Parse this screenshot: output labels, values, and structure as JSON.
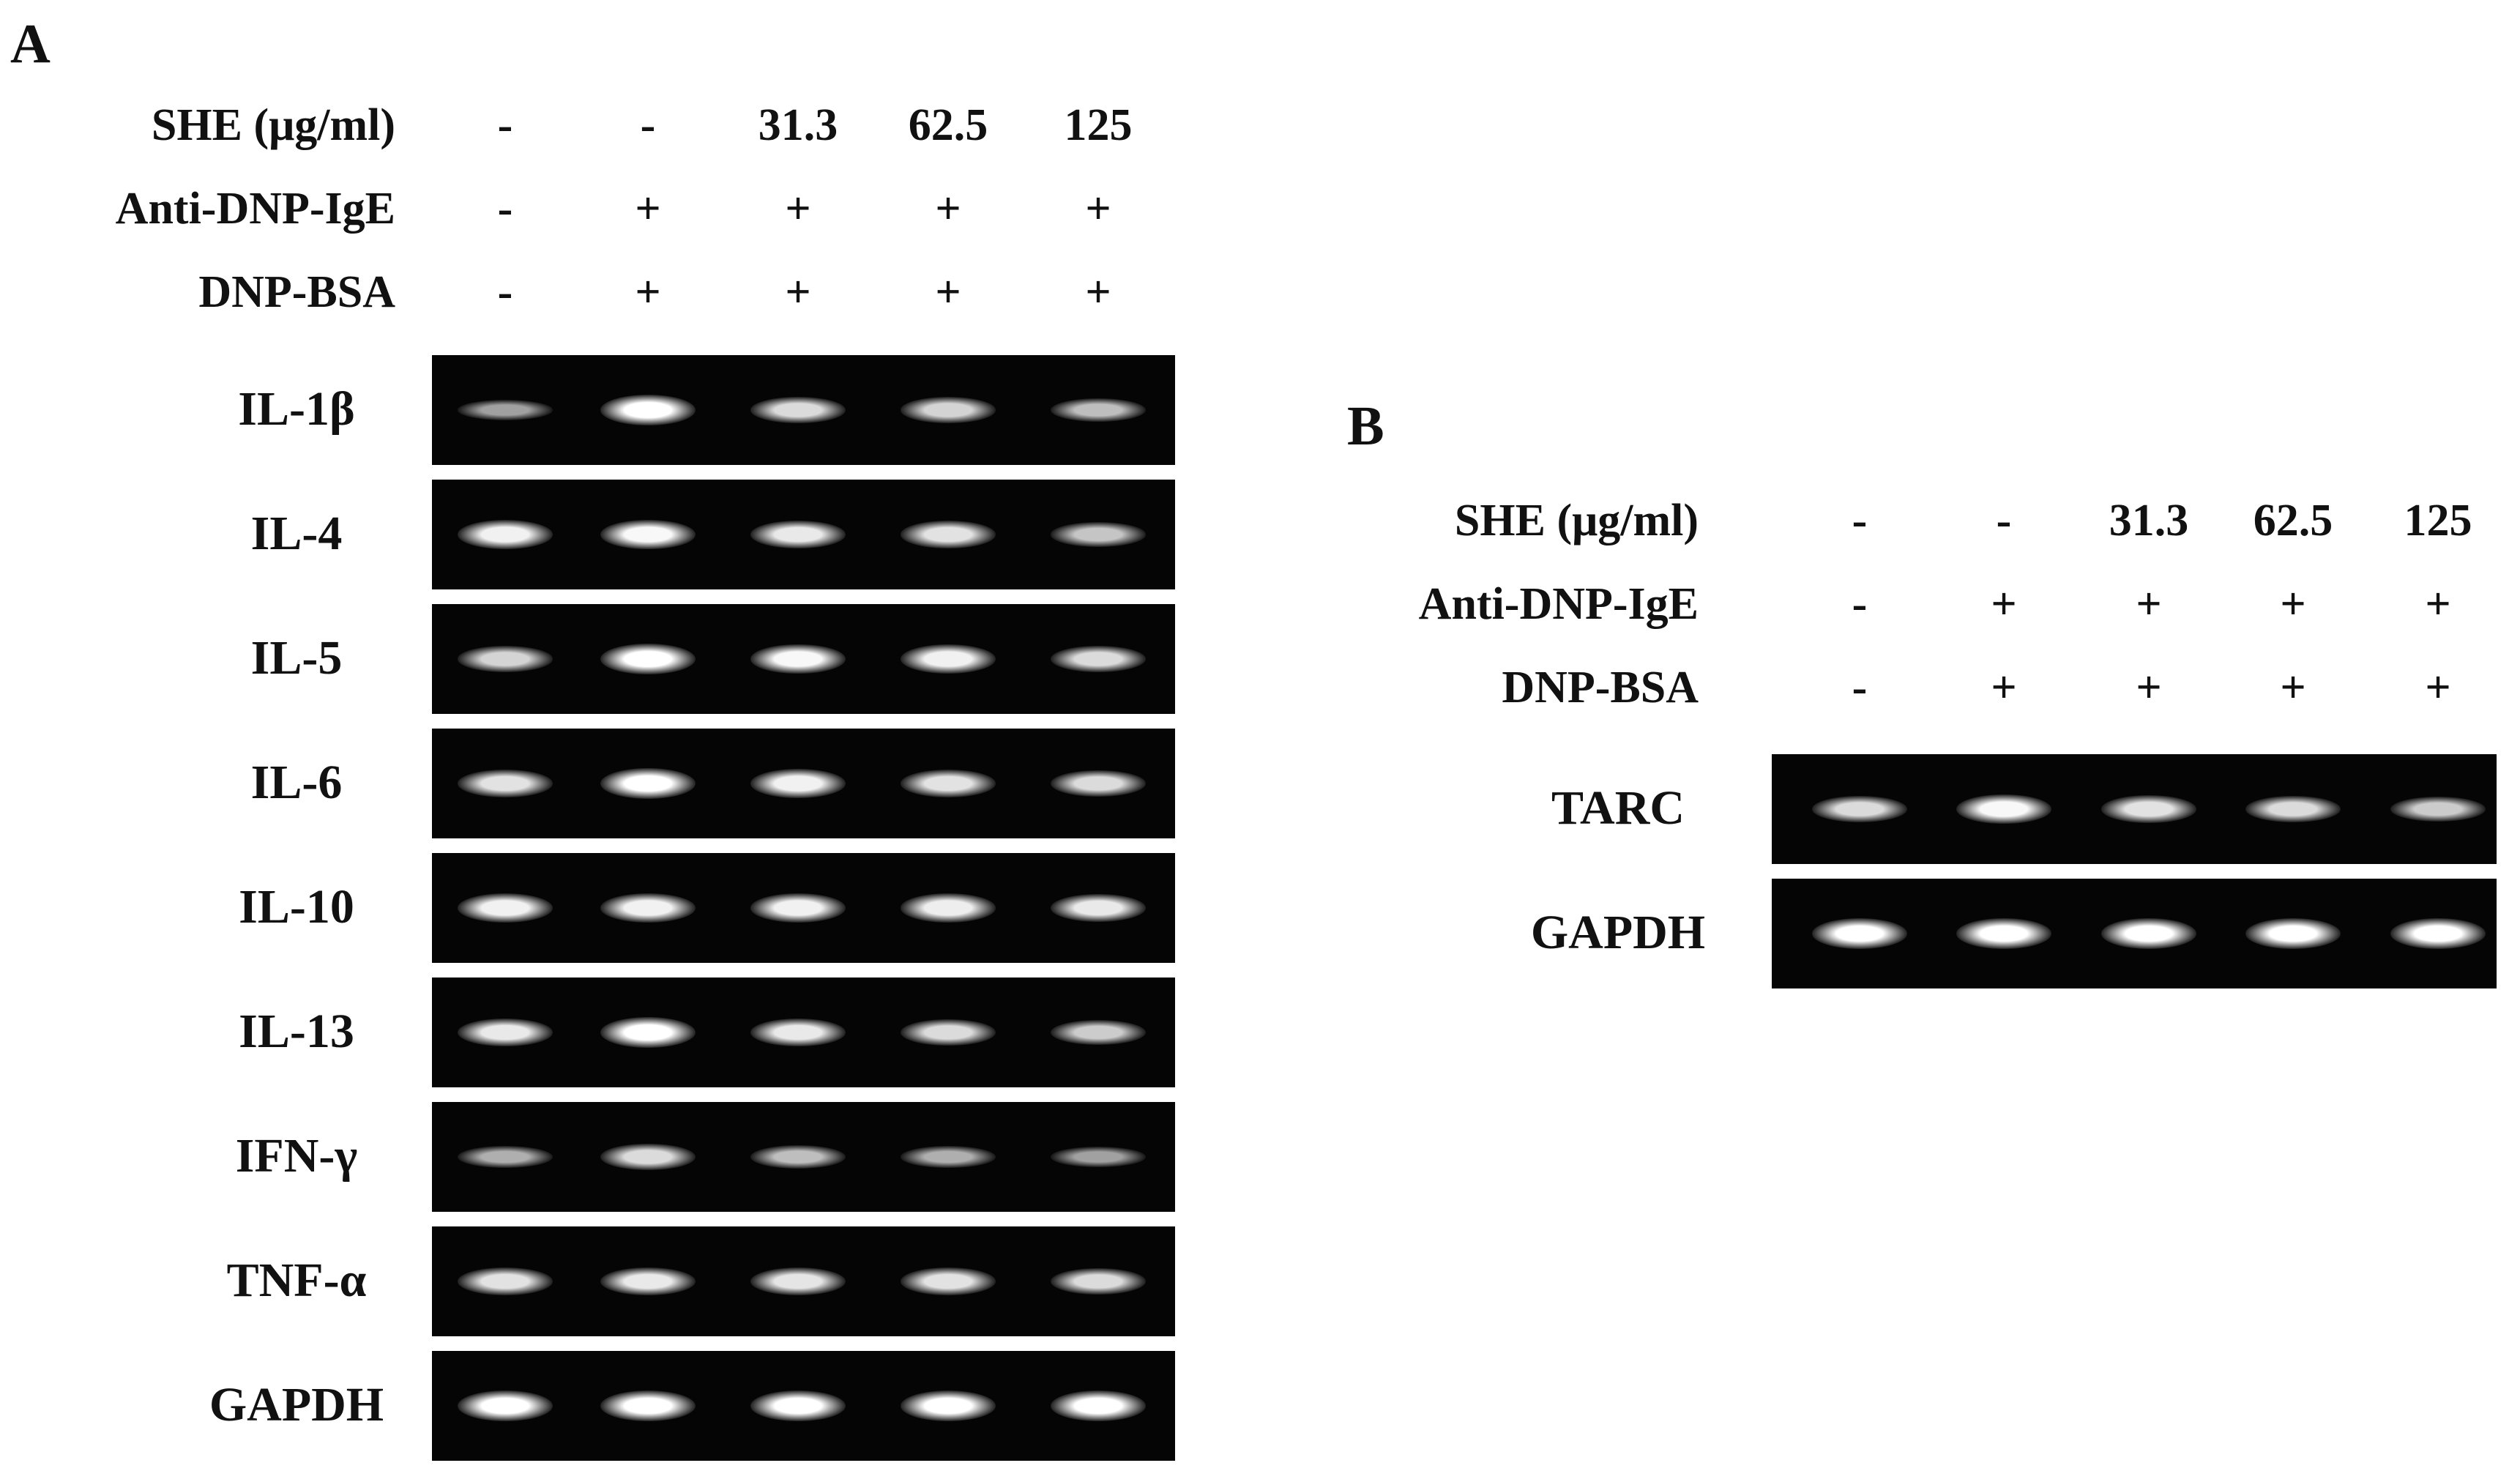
{
  "figure": {
    "panel_a": {
      "letter": "A",
      "conditions": [
        {
          "label": "SHE (μg/ml)",
          "values": [
            "-",
            "-",
            "31.3",
            "62.5",
            "125"
          ]
        },
        {
          "label": "Anti-DNP-IgE",
          "values": [
            "-",
            "+",
            "+",
            "+",
            "+"
          ]
        },
        {
          "label": "DNP-BSA",
          "values": [
            "-",
            "+",
            "+",
            "+",
            "+"
          ]
        }
      ],
      "genes": [
        {
          "name": "IL-1β",
          "intensity": [
            0.35,
            1.0,
            0.75,
            0.7,
            0.55
          ]
        },
        {
          "name": "IL-4",
          "intensity": [
            0.9,
            0.95,
            0.85,
            0.8,
            0.6
          ]
        },
        {
          "name": "IL-5",
          "intensity": [
            0.7,
            1.0,
            0.95,
            0.9,
            0.75
          ]
        },
        {
          "name": "IL-6",
          "intensity": [
            0.8,
            1.0,
            0.9,
            0.8,
            0.75
          ]
        },
        {
          "name": "IL-10",
          "intensity": [
            0.9,
            0.9,
            0.9,
            0.88,
            0.85
          ]
        },
        {
          "name": "IL-13",
          "intensity": [
            0.85,
            1.0,
            0.85,
            0.75,
            0.65
          ]
        },
        {
          "name": "IFN-γ",
          "intensity": [
            0.45,
            0.75,
            0.55,
            0.45,
            0.35
          ]
        },
        {
          "name": "TNF-α",
          "intensity": [
            0.8,
            0.85,
            0.82,
            0.8,
            0.75
          ]
        },
        {
          "name": "GAPDH",
          "intensity": [
            1.0,
            1.0,
            1.0,
            1.0,
            1.0
          ]
        }
      ]
    },
    "panel_b": {
      "letter": "B",
      "conditions": [
        {
          "label": "SHE (μg/ml)",
          "values": [
            "-",
            "-",
            "31.3",
            "62.5",
            "125"
          ]
        },
        {
          "label": "Anti-DNP-IgE",
          "values": [
            "-",
            "+",
            "+",
            "+",
            "+"
          ]
        },
        {
          "label": "DNP-BSA",
          "values": [
            "-",
            "+",
            "+",
            "+",
            "+"
          ]
        }
      ],
      "genes": [
        {
          "name": "TARC",
          "intensity": [
            0.75,
            0.95,
            0.8,
            0.75,
            0.65
          ]
        },
        {
          "name": "GAPDH",
          "intensity": [
            1.0,
            1.0,
            1.0,
            1.0,
            1.0
          ]
        }
      ]
    }
  }
}
